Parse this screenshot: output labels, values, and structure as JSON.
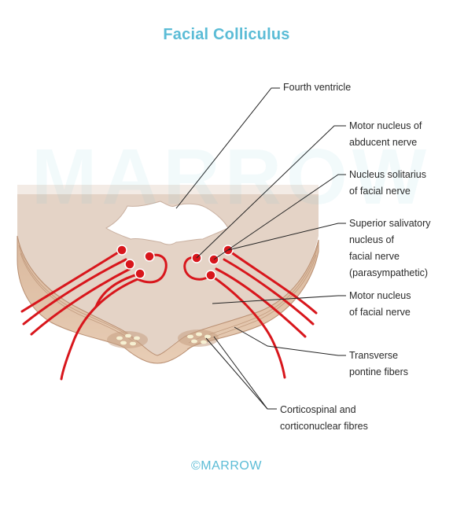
{
  "title": "Facial Colliculus",
  "colors": {
    "title": "#5bbcd6",
    "nerve": "#d8161c",
    "leader": "#222222",
    "tissue": "#e3d1c2",
    "tissue_edge": "#c9a98f",
    "watermark": "#5bbcd6"
  },
  "watermark": "MARROW",
  "labels": {
    "fourth_ventricle": [
      "Fourth ventricle"
    ],
    "motor_nucleus_abducent": [
      "Motor nucleus of",
      "abducent nerve"
    ],
    "nucleus_solitarius": [
      "Nucleus solitarius",
      "of facial nerve"
    ],
    "superior_salivatory": [
      "Superior salivatory",
      "nucleus of",
      "facial nerve",
      "(parasympathetic)"
    ],
    "motor_nucleus_facial": [
      "Motor nucleus",
      "of facial nerve"
    ],
    "transverse_pontine": [
      "Transverse",
      "pontine fibers"
    ],
    "corticospinal": [
      "Corticospinal and",
      "corticonuclear fibres"
    ]
  },
  "footer": "©MARROW"
}
